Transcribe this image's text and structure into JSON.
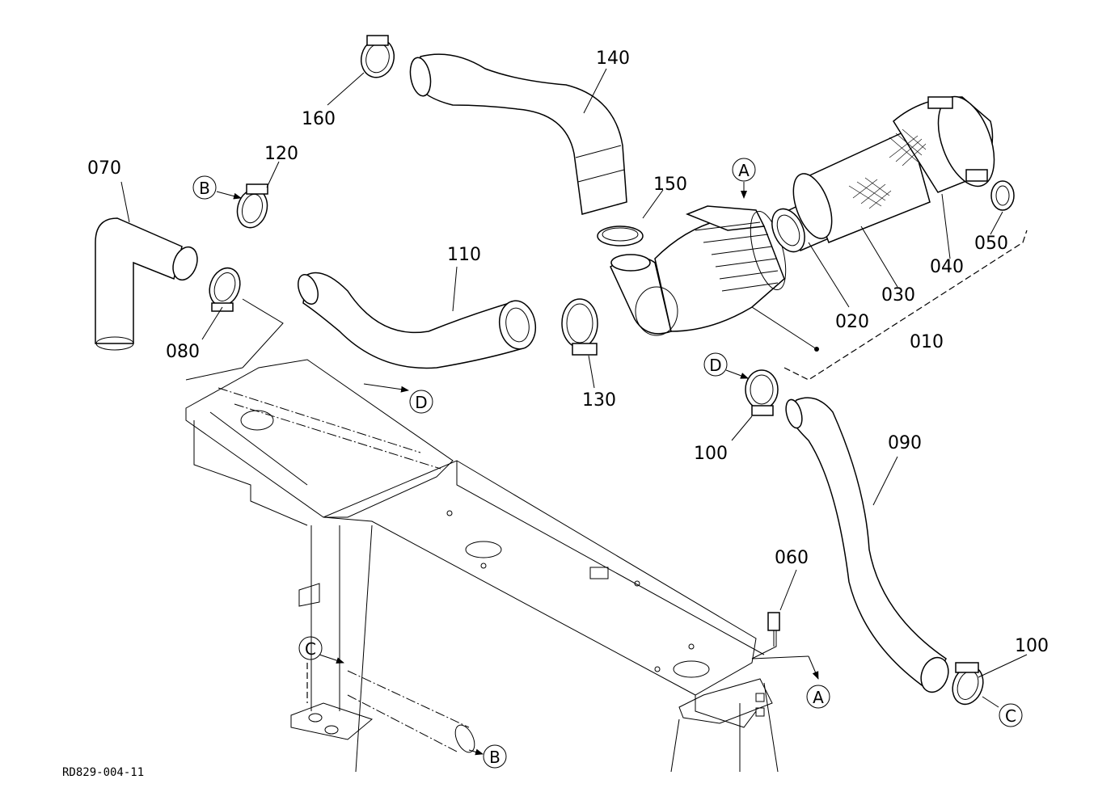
{
  "drawing_code": "RD829-004-11",
  "part_labels": [
    {
      "id": "p010",
      "text": "010"
    },
    {
      "id": "p020",
      "text": "020"
    },
    {
      "id": "p030",
      "text": "030"
    },
    {
      "id": "p040",
      "text": "040"
    },
    {
      "id": "p050",
      "text": "050"
    },
    {
      "id": "p060",
      "text": "060"
    },
    {
      "id": "p070",
      "text": "070"
    },
    {
      "id": "p080",
      "text": "080"
    },
    {
      "id": "p090",
      "text": "090"
    },
    {
      "id": "p100a",
      "text": "100"
    },
    {
      "id": "p100b",
      "text": "100"
    },
    {
      "id": "p110",
      "text": "110"
    },
    {
      "id": "p120",
      "text": "120"
    },
    {
      "id": "p130",
      "text": "130"
    },
    {
      "id": "p140",
      "text": "140"
    },
    {
      "id": "p150",
      "text": "150"
    },
    {
      "id": "p160",
      "text": "160"
    }
  ],
  "ref_markers": [
    {
      "id": "A1",
      "text": "A"
    },
    {
      "id": "A2",
      "text": "A"
    },
    {
      "id": "B1",
      "text": "B"
    },
    {
      "id": "B2",
      "text": "B"
    },
    {
      "id": "C1",
      "text": "C"
    },
    {
      "id": "C2",
      "text": "C"
    },
    {
      "id": "D1",
      "text": "D"
    },
    {
      "id": "D2",
      "text": "D"
    }
  ]
}
